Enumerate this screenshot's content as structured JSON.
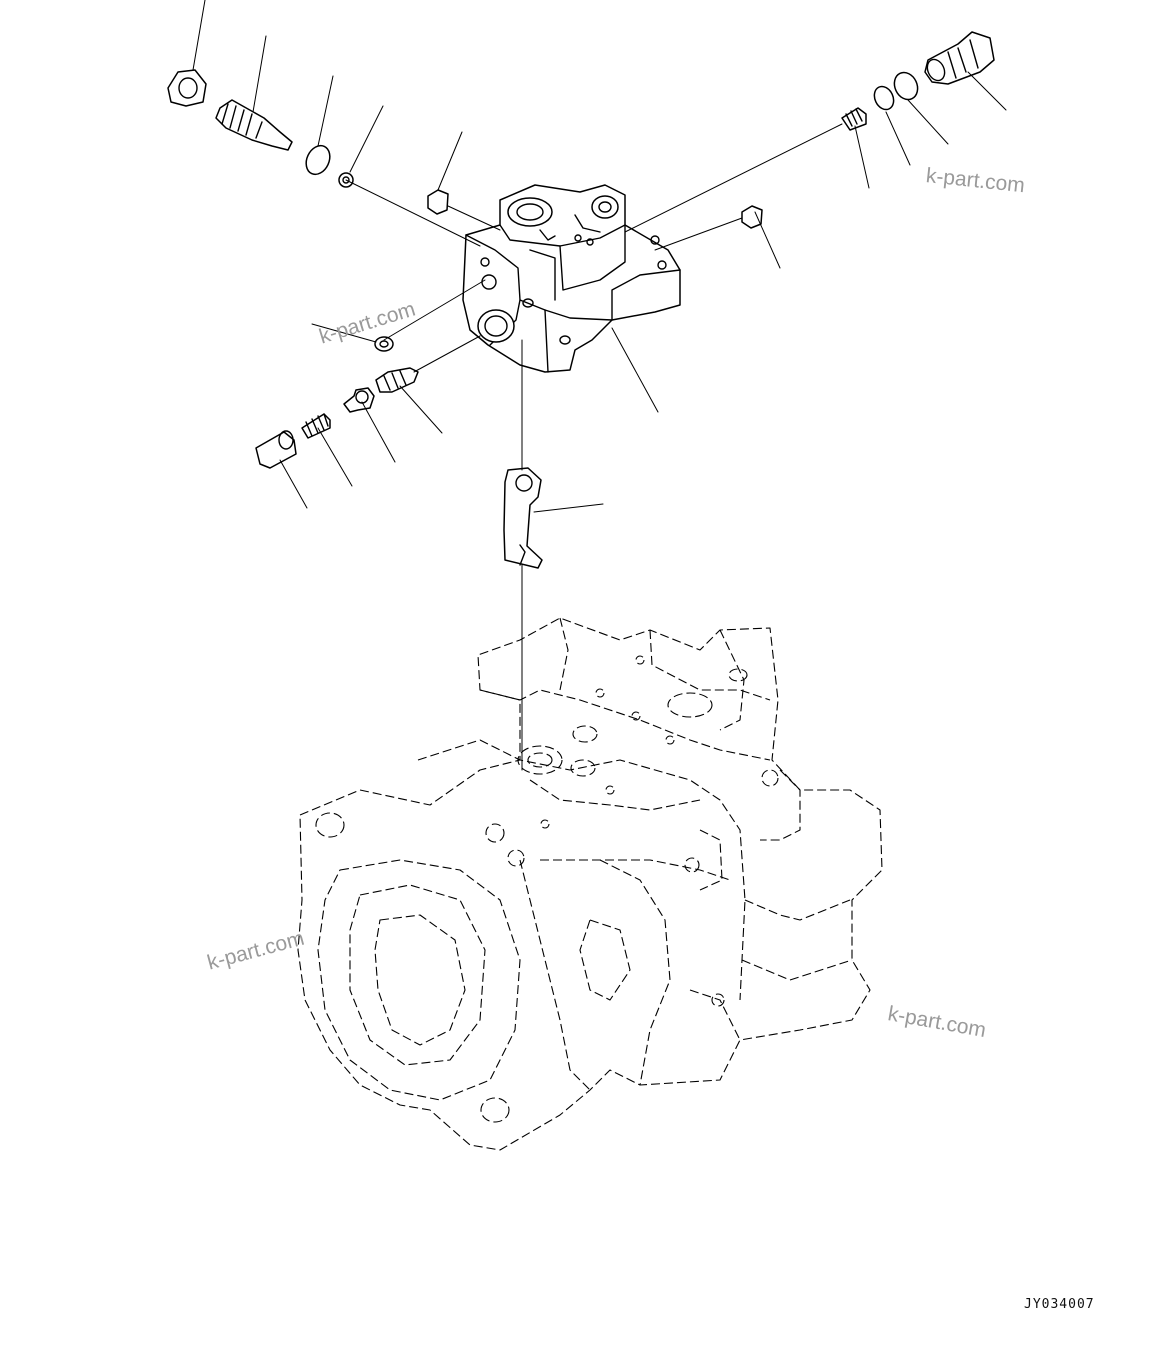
{
  "drawing_code": "JY034007",
  "watermarks": [
    "k-part.com",
    "k-part.com",
    "k-part.com",
    "k-part.com"
  ],
  "colors": {
    "line": "#000000",
    "background": "#ffffff",
    "watermark": "#9a9a9a"
  }
}
